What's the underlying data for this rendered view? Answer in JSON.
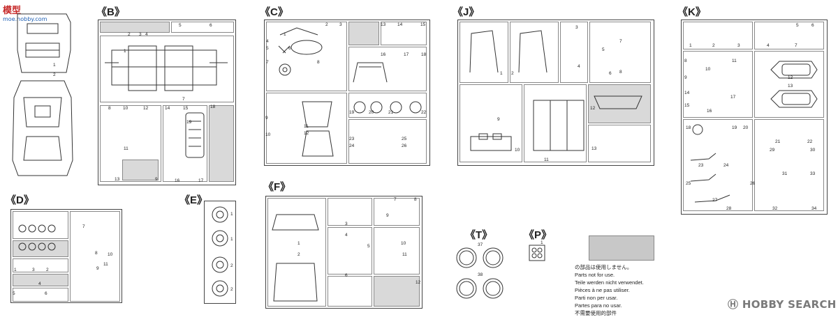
{
  "watermark_left": {
    "logo": "模型",
    "url": "moe.hobby.com"
  },
  "watermark_right": {
    "mark": "Ⓗ",
    "text": "HOBBY SEARCH"
  },
  "sheets": [
    {
      "id": "B",
      "label": "《B》"
    },
    {
      "id": "C",
      "label": "《C》"
    },
    {
      "id": "J",
      "label": "《J》"
    },
    {
      "id": "K",
      "label": "《K》"
    },
    {
      "id": "D",
      "label": "《D》"
    },
    {
      "id": "E",
      "label": "《E》"
    },
    {
      "id": "F",
      "label": "《F》"
    },
    {
      "id": "T",
      "label": "《T》"
    },
    {
      "id": "P",
      "label": "《P》"
    }
  ],
  "body_parts": {
    "labels": [
      "1",
      "2"
    ]
  },
  "part_numbers": {
    "B": [
      "1",
      "2",
      "3",
      "4",
      "5",
      "6",
      "7",
      "8",
      "9",
      "10",
      "11",
      "12",
      "13",
      "14",
      "15",
      "16",
      "17",
      "18",
      "19"
    ],
    "C": [
      "1",
      "2",
      "3",
      "4",
      "5",
      "6",
      "7",
      "8",
      "9",
      "10",
      "11",
      "12",
      "13",
      "14",
      "15",
      "16",
      "17",
      "18",
      "19",
      "20",
      "21",
      "22",
      "23",
      "24",
      "25",
      "26"
    ],
    "J": [
      "1",
      "2",
      "3",
      "4",
      "5",
      "6",
      "7",
      "8",
      "9",
      "10",
      "11",
      "12",
      "13"
    ],
    "K": [
      "1",
      "2",
      "3",
      "4",
      "5",
      "6",
      "7",
      "8",
      "9",
      "10",
      "11",
      "12",
      "13",
      "14",
      "15",
      "16",
      "17",
      "18",
      "19",
      "20",
      "21",
      "22",
      "23",
      "24",
      "25",
      "26",
      "27",
      "28",
      "29",
      "30",
      "31",
      "32",
      "33",
      "34"
    ],
    "D": [
      "1",
      "2",
      "3",
      "4",
      "5",
      "6",
      "7",
      "8",
      "9",
      "10",
      "11"
    ],
    "E": [
      "1",
      "1",
      "2",
      "2"
    ],
    "F": [
      "1",
      "2",
      "3",
      "4",
      "5",
      "6",
      "7",
      "8",
      "9",
      "10",
      "11",
      "12"
    ],
    "T": [
      "37",
      "38"
    ],
    "P": [
      "1"
    ]
  },
  "legend": {
    "lines": [
      "の部品は使用しません。",
      "Parts not for use.",
      "Teile werden nicht verwendet.",
      "Pièces à ne pas utiliser.",
      "Parti non per usar.",
      "Partes para no usar.",
      "不需要使用的部件"
    ]
  }
}
